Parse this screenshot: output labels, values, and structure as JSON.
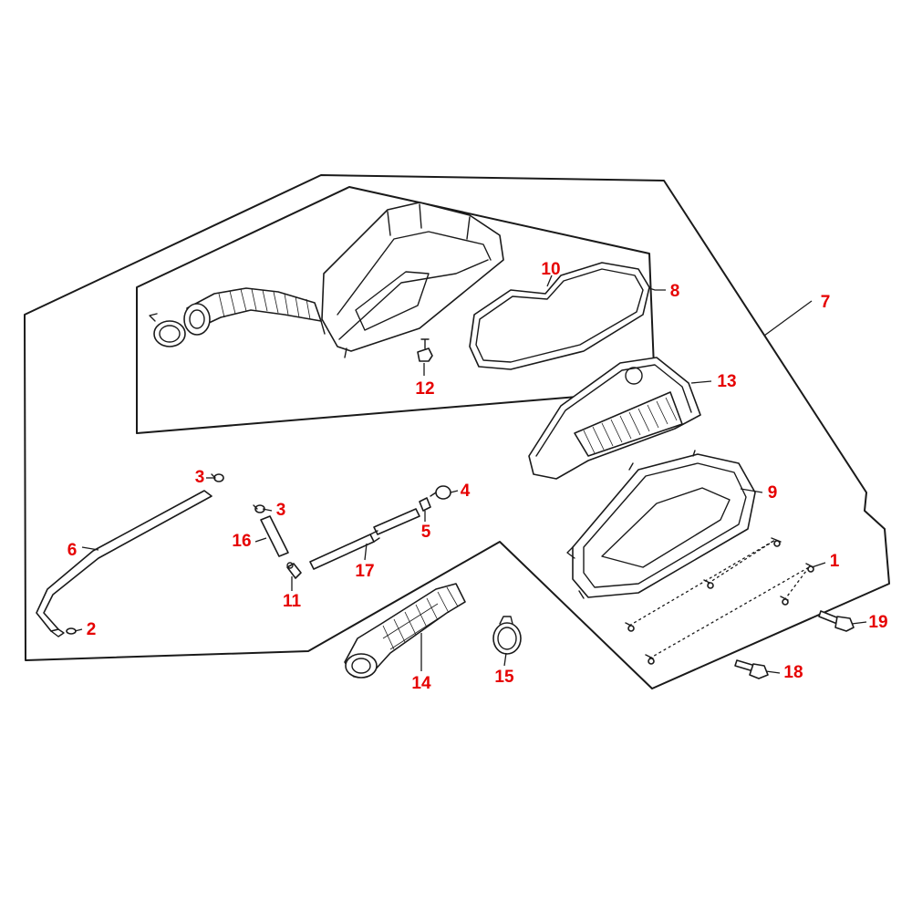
{
  "callouts": {
    "c1": "1",
    "c2": "2",
    "c3a": "3",
    "c3b": "3",
    "c4": "4",
    "c5": "5",
    "c6": "6",
    "c7": "7",
    "c8": "8",
    "c9": "9",
    "c10": "10",
    "c11": "11",
    "c12": "12",
    "c13": "13",
    "c14": "14",
    "c15": "15",
    "c16": "16",
    "c17": "17",
    "c18": "18",
    "c19": "19"
  },
  "colors": {
    "callout": "#e60000",
    "linework": "#1a1a1a"
  }
}
